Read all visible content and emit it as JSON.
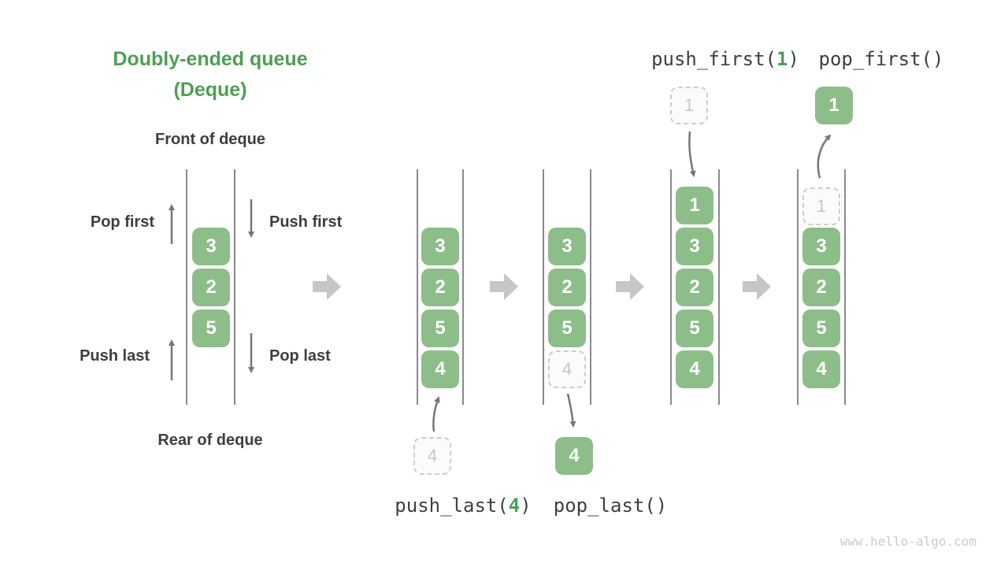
{
  "title": {
    "line1": "Doubly-ended queue",
    "line2": "(Deque)"
  },
  "left_diagram": {
    "front_label": "Front of deque",
    "rear_label": "Rear of deque",
    "pop_first_label": "Pop first",
    "push_first_label": "Push first",
    "push_last_label": "Push last",
    "pop_last_label": "Pop last"
  },
  "states": [
    {
      "name": "initial-deque",
      "cells": [
        "3",
        "2",
        "5"
      ]
    },
    {
      "name": "push-last-step",
      "cells": [
        "3",
        "2",
        "5",
        "4"
      ],
      "incoming": "4"
    },
    {
      "name": "pop-last-step",
      "cells": [
        "3",
        "2",
        "5",
        "4"
      ],
      "outgoing": "4"
    },
    {
      "name": "push-first-step",
      "cells": [
        "1",
        "3",
        "2",
        "5",
        "4"
      ],
      "incoming": "1"
    },
    {
      "name": "pop-first-step",
      "cells": [
        "1",
        "3",
        "2",
        "5",
        "4"
      ],
      "outgoing": "1"
    }
  ],
  "operations": {
    "push_last": {
      "prefix": "push_last(",
      "arg": "4",
      "suffix": ")"
    },
    "pop_last": {
      "prefix": "pop_last()",
      "arg": "",
      "suffix": ""
    },
    "push_first": {
      "prefix": "push_first(",
      "arg": "1",
      "suffix": ")"
    },
    "pop_first": {
      "prefix": "pop_first()",
      "arg": "",
      "suffix": ""
    }
  },
  "watermark": "www.hello-algo.com",
  "colors": {
    "box_green": "#8dbe89",
    "title_green": "#4da052",
    "dark_text": "#3e3e3e",
    "code_text": "#3c4043",
    "rail_gray": "#6d6d6d",
    "thin_arrow_gray": "#777777",
    "block_arrow_gray": "#c6c6c6",
    "ghost_border": "#cdcdcd",
    "ghost_text": "#c6c6c6",
    "watermark_gray": "#cbcbcb"
  }
}
